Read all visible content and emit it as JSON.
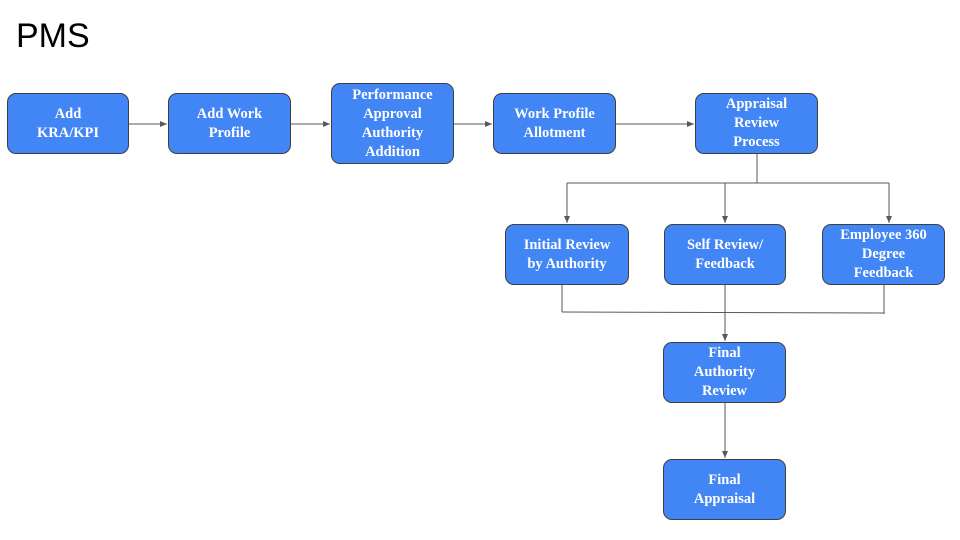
{
  "title": "PMS",
  "nodes": {
    "add_kra_kpi": "Add\nKRA/KPI",
    "add_work_profile": "Add Work\nProfile",
    "performance_approval": "Performance\nApproval\nAuthority\nAddition",
    "work_profile_allotment": "Work Profile\nAllotment",
    "appraisal_review_process": "Appraisal\nReview\nProcess",
    "initial_review": "Initial Review\nby Authority",
    "self_review": "Self Review/\nFeedback",
    "employee_360": "Employee 360\nDegree\nFeedback",
    "final_authority_review": "Final\nAuthority\nReview",
    "final_appraisal": "Final\nAppraisal"
  },
  "colors": {
    "node_fill": "#4285f4",
    "node_border": "#3c4043",
    "connector": "#595959",
    "text": "#ffffff"
  }
}
